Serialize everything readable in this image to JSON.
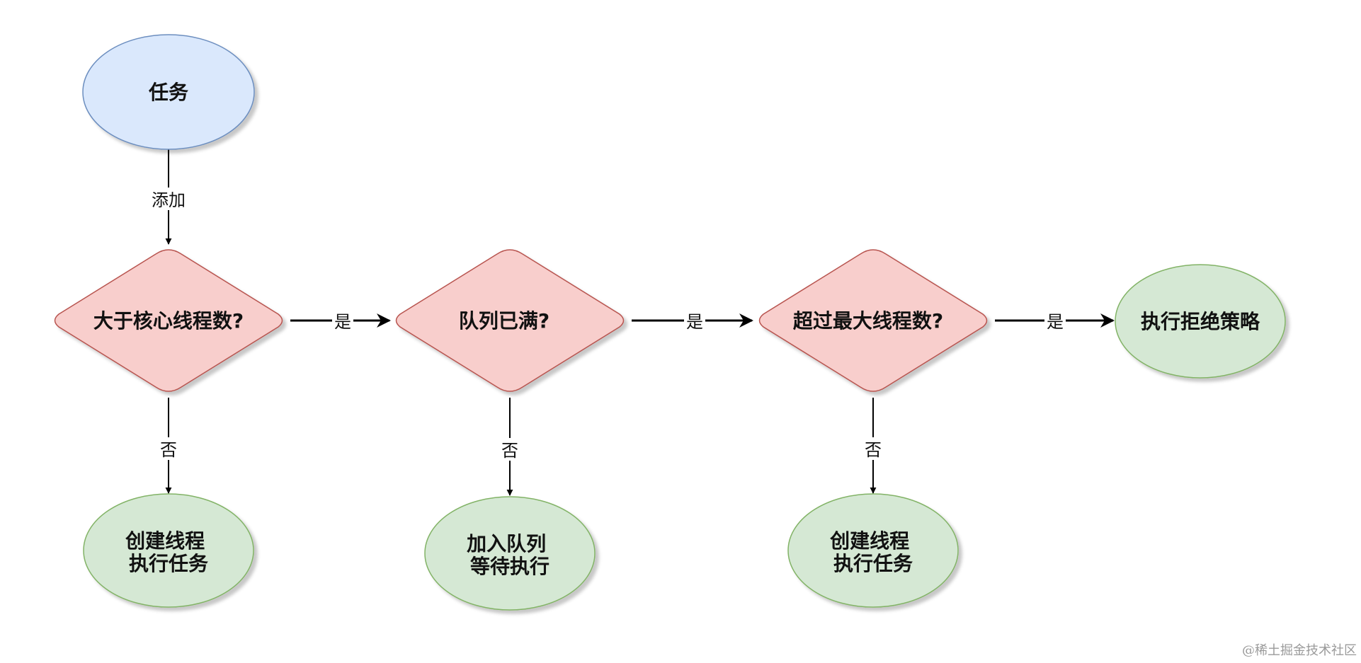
{
  "nodes": {
    "task": {
      "lines": [
        "任务"
      ],
      "fill": "#dae8fc",
      "stroke": "#6c8ebf"
    },
    "d1": {
      "lines": [
        "大于核心线程数?"
      ],
      "fill": "#f8cecc",
      "stroke": "#b85450"
    },
    "d2": {
      "lines": [
        "队列已满?"
      ],
      "fill": "#f8cecc",
      "stroke": "#b85450"
    },
    "d3": {
      "lines": [
        "超过最大线程数?"
      ],
      "fill": "#f8cecc",
      "stroke": "#b85450"
    },
    "reject": {
      "lines": [
        "执行拒绝策略"
      ],
      "fill": "#d5e8d4",
      "stroke": "#82b366"
    },
    "o1": {
      "lines": [
        "创建线程",
        "执行任务"
      ],
      "fill": "#d5e8d4",
      "stroke": "#82b366"
    },
    "o2": {
      "lines": [
        "加入队列",
        "等待执行"
      ],
      "fill": "#d5e8d4",
      "stroke": "#82b366"
    },
    "o3": {
      "lines": [
        "创建线程",
        "执行任务"
      ],
      "fill": "#d5e8d4",
      "stroke": "#82b366"
    }
  },
  "edges": {
    "add": "添加",
    "yes1": "是",
    "yes2": "是",
    "yes3": "是",
    "no1": "否",
    "no2": "否",
    "no3": "否"
  },
  "watermark": "@稀土掘金技术社区"
}
